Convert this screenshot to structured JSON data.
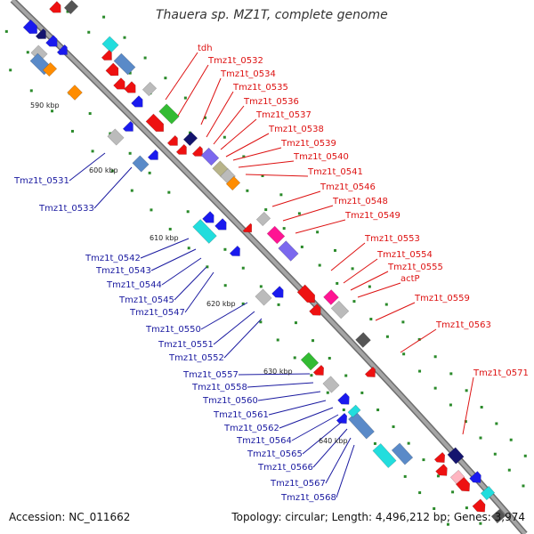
{
  "title": "Thauera sp. MZ1T, complete genome",
  "footer": {
    "accession": "Accession: NC_011662",
    "topology": "Topology: circular; Length: 4,496,212 bp; Genes: 3,974"
  },
  "colors": {
    "backbone": "#8a8a8a",
    "forward_label": "#dd1111",
    "reverse_label": "#1a1aa0",
    "ticks": "#2a8a2a",
    "gene_red": "#ee1111",
    "gene_blue": "#1a1aee",
    "gene_navy": "#14146e",
    "gene_cyan": "#22dddd",
    "gene_green": "#33bb33",
    "gene_orange": "#ff8c00",
    "gene_steel": "#5a8ac8",
    "gene_lavender": "#7b68ee",
    "gene_magenta": "#ff1493",
    "gene_grey": "#bbbbbb",
    "gene_dark": "#555555",
    "gene_olive": "#b8b48a",
    "gene_pink": "#ffb6c1"
  },
  "ruler_labels": [
    "590 kbp",
    "600 kbp",
    "610 kbp",
    "620 kbp",
    "630 kbp",
    "640 kbp"
  ],
  "forward_gene_labels": [
    "tdh",
    "Tmz1t_0532",
    "Tmz1t_0534",
    "Tmz1t_0535",
    "Tmz1t_0536",
    "Tmz1t_0537",
    "Tmz1t_0538",
    "Tmz1t_0539",
    "Tmz1t_0540",
    "Tmz1t_0541",
    "Tmz1t_0546",
    "Tmz1t_0548",
    "Tmz1t_0549",
    "Tmz1t_0553",
    "Tmz1t_0554",
    "Tmz1t_0555",
    "actP",
    "Tmz1t_0559",
    "Tmz1t_0563",
    "Tmz1t_0571"
  ],
  "reverse_gene_labels": [
    "Tmz1t_0531",
    "Tmz1t_0533",
    "Tmz1t_0542",
    "Tmz1t_0543",
    "Tmz1t_0544",
    "Tmz1t_0545",
    "Tmz1t_0547",
    "Tmz1t_0550",
    "Tmz1t_0551",
    "Tmz1t_0552",
    "Tmz1t_0557",
    "Tmz1t_0558",
    "Tmz1t_0560",
    "Tmz1t_0561",
    "Tmz1t_0562",
    "Tmz1t_0564",
    "Tmz1t_0565",
    "Tmz1t_0566",
    "Tmz1t_0567",
    "Tmz1t_0568"
  ]
}
